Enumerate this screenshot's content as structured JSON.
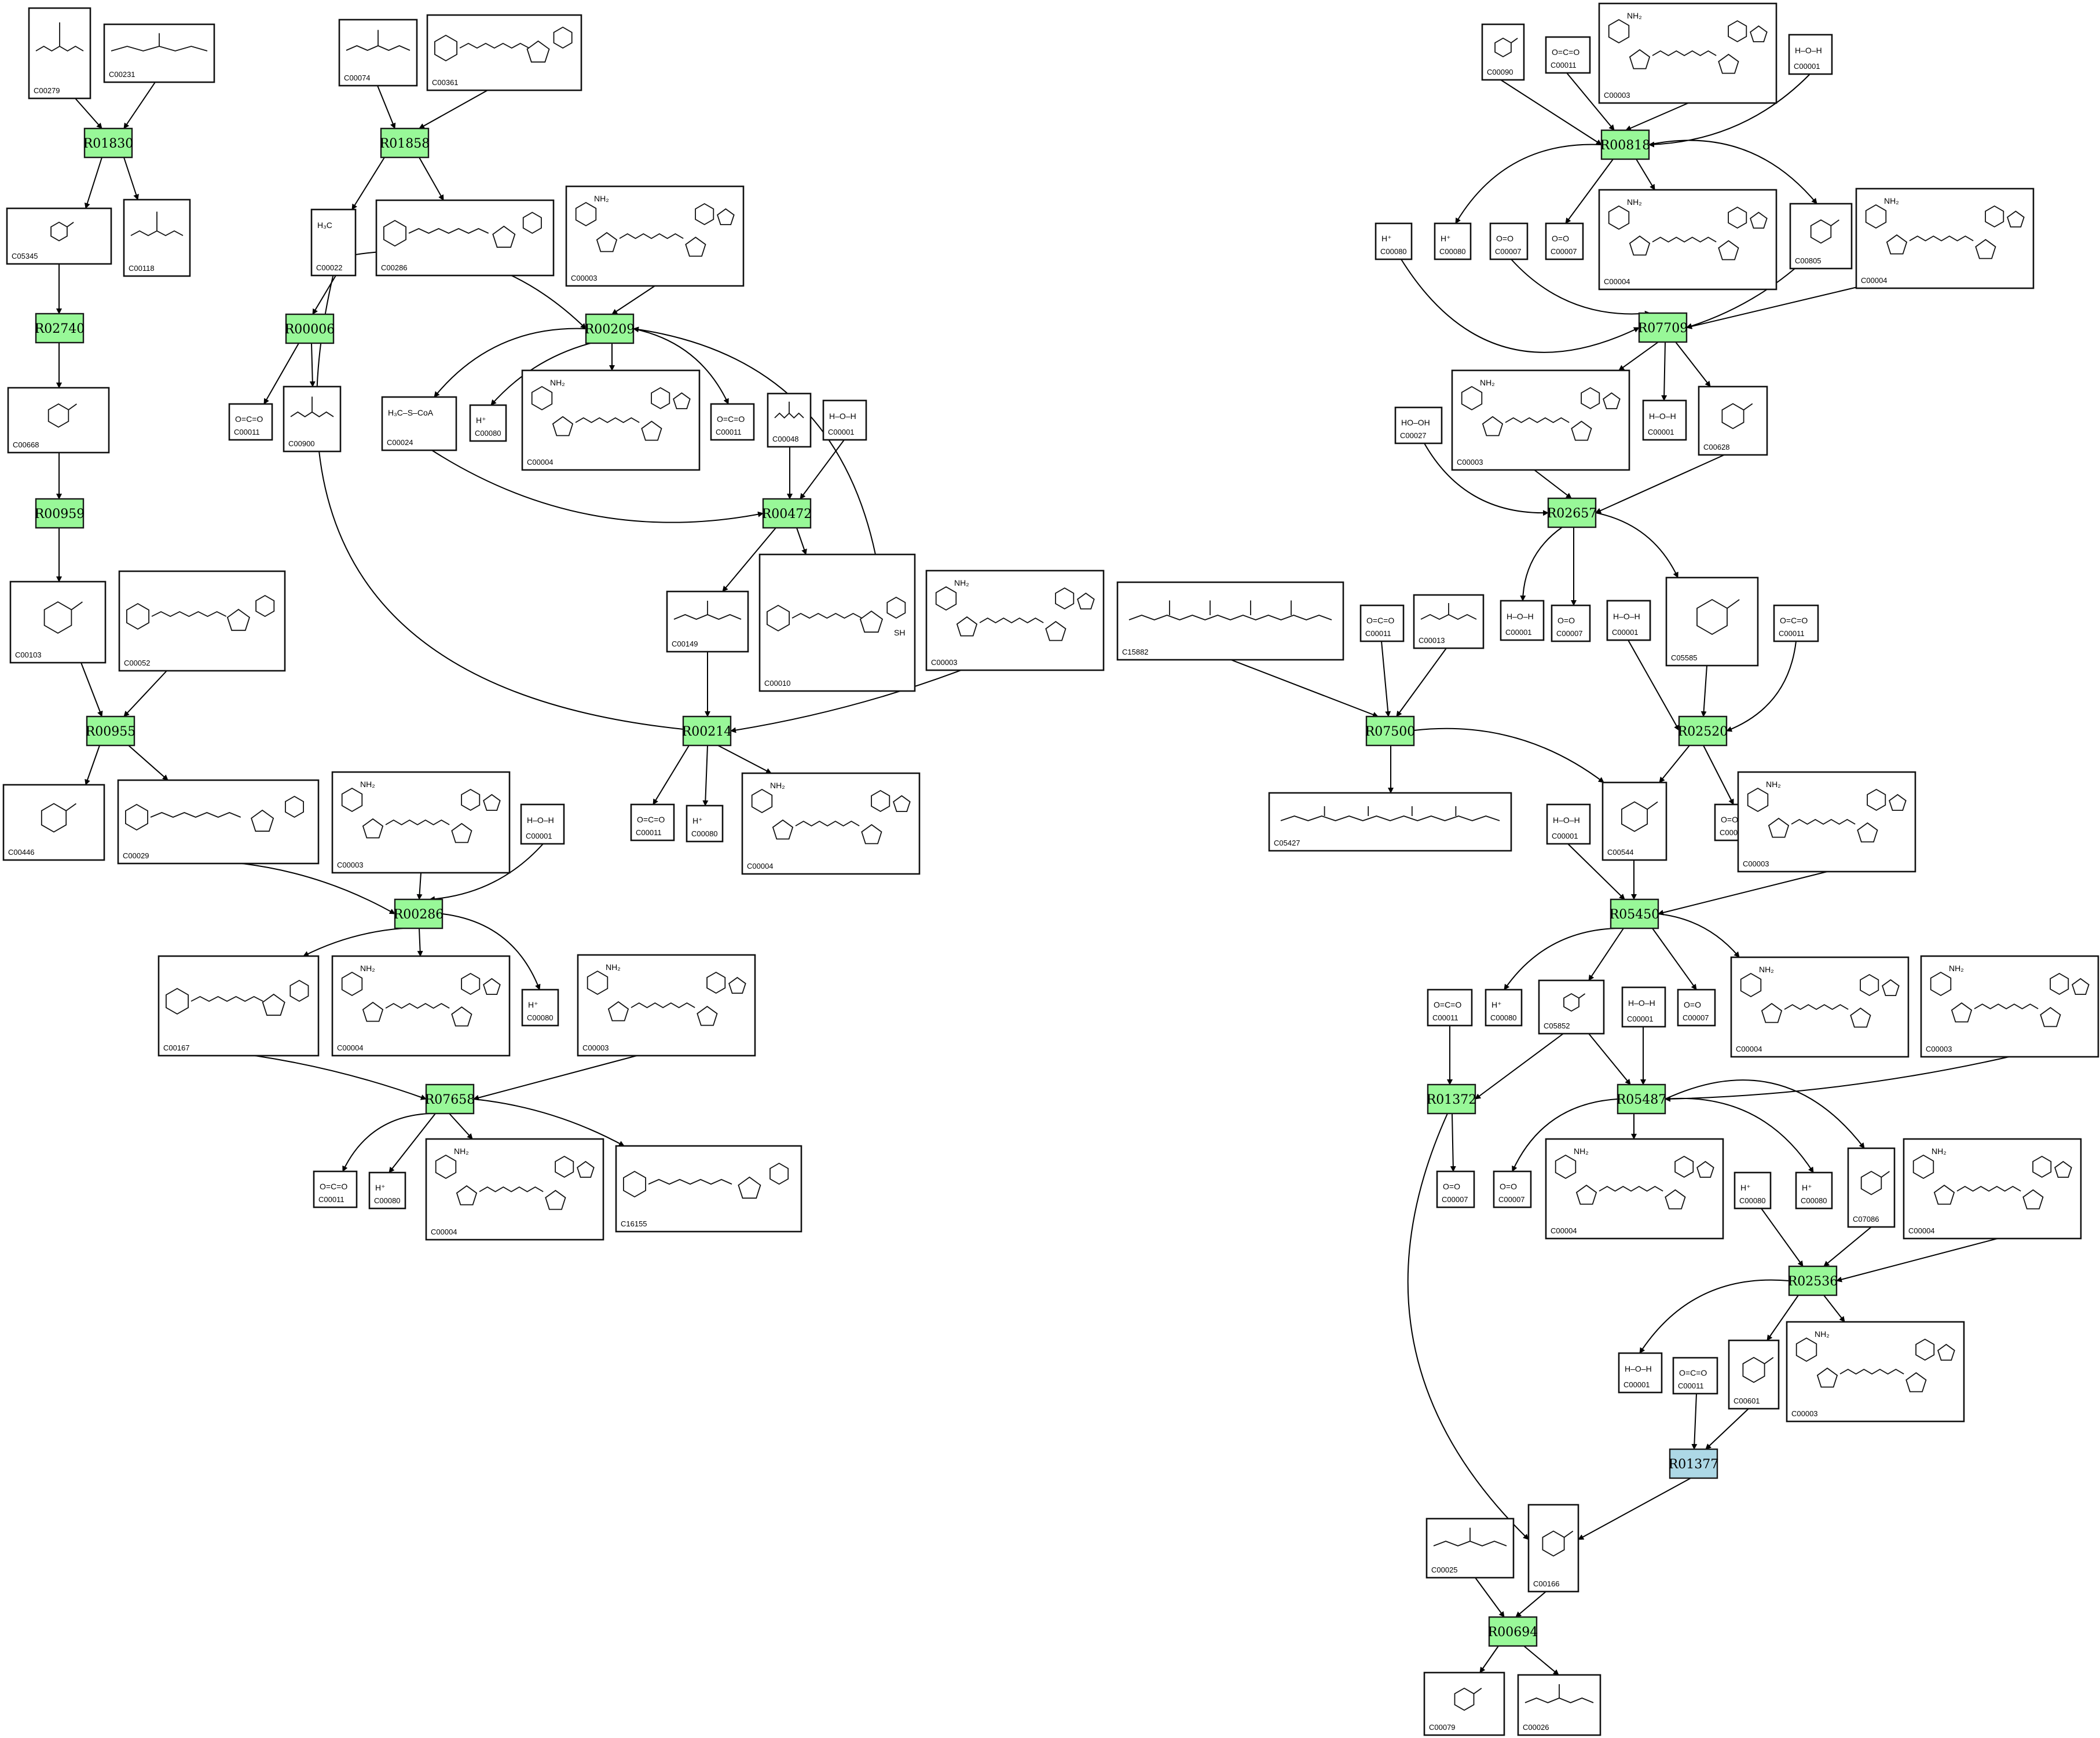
{
  "colors": {
    "reaction": "#98f898",
    "reaction_highlight": "#add8e6",
    "box_stroke": "#111111",
    "edge": "#000000",
    "background": "#ffffff"
  },
  "reactions": [
    {
      "id": "R01830",
      "color": "#98f898"
    },
    {
      "id": "R02740",
      "color": "#98f898"
    },
    {
      "id": "R00959",
      "color": "#98f898"
    },
    {
      "id": "R00955",
      "color": "#98f898"
    },
    {
      "id": "R01858",
      "color": "#98f898"
    },
    {
      "id": "R00006",
      "color": "#98f898"
    },
    {
      "id": "R00209",
      "color": "#98f898"
    },
    {
      "id": "R00472",
      "color": "#98f898"
    },
    {
      "id": "R00214",
      "color": "#98f898"
    },
    {
      "id": "R00286",
      "color": "#98f898"
    },
    {
      "id": "R07658",
      "color": "#98f898"
    },
    {
      "id": "R00818",
      "color": "#98f898"
    },
    {
      "id": "R07709",
      "color": "#98f898"
    },
    {
      "id": "R02657",
      "color": "#98f898"
    },
    {
      "id": "R07500",
      "color": "#98f898"
    },
    {
      "id": "R02520",
      "color": "#98f898"
    },
    {
      "id": "R05450",
      "color": "#98f898"
    },
    {
      "id": "R01372",
      "color": "#98f898"
    },
    {
      "id": "R05487",
      "color": "#98f898"
    },
    {
      "id": "R02536",
      "color": "#98f898"
    },
    {
      "id": "R01377",
      "color": "#add8e6"
    },
    {
      "id": "R00694",
      "color": "#98f898"
    }
  ],
  "compounds": [
    {
      "id": "C00279",
      "glyph": "chain"
    },
    {
      "id": "C00231",
      "glyph": "chain"
    },
    {
      "id": "C05345",
      "glyph": "ring"
    },
    {
      "id": "C00118",
      "glyph": "chain"
    },
    {
      "id": "C00668",
      "glyph": "ring"
    },
    {
      "id": "C00103",
      "glyph": "ring"
    },
    {
      "id": "C00052",
      "glyph": "nucleotide"
    },
    {
      "id": "C00446",
      "glyph": "ring"
    },
    {
      "id": "C00029",
      "glyph": "nucleotide"
    },
    {
      "id": "C00074",
      "glyph": "chain"
    },
    {
      "id": "C00361",
      "glyph": "nucleotide"
    },
    {
      "id": "C00022",
      "glyph": "small",
      "text": "H₃C"
    },
    {
      "id": "C00286",
      "glyph": "nucleotide"
    },
    {
      "id": "C00011",
      "glyph": "small",
      "text": "O=C=O"
    },
    {
      "id": "C00900",
      "glyph": "chain"
    },
    {
      "id": "C00003",
      "glyph": "dinucleotide",
      "text": "NH₂"
    },
    {
      "id": "C00024",
      "glyph": "small",
      "text": "H₃C–S–CoA"
    },
    {
      "id": "C00080",
      "glyph": "small",
      "text": "H⁺"
    },
    {
      "id": "C00004",
      "glyph": "dinucleotide",
      "text": "NH₂"
    },
    {
      "id": "C00048",
      "glyph": "chain"
    },
    {
      "id": "C00001",
      "glyph": "small",
      "text": "H–O–H"
    },
    {
      "id": "C00149",
      "glyph": "chain"
    },
    {
      "id": "C00010",
      "glyph": "nucleotide",
      "text": "SH"
    },
    {
      "id": "C00167",
      "glyph": "nucleotide"
    },
    {
      "id": "C16155",
      "glyph": "nucleotide"
    },
    {
      "id": "C00090",
      "glyph": "ring"
    },
    {
      "id": "C00007",
      "glyph": "small",
      "text": "O=O"
    },
    {
      "id": "C00805",
      "glyph": "ring"
    },
    {
      "id": "C00628",
      "glyph": "ring"
    },
    {
      "id": "C00027",
      "glyph": "small",
      "text": "HO–OH"
    },
    {
      "id": "C15882",
      "glyph": "prenyl"
    },
    {
      "id": "C00013",
      "glyph": "chain"
    },
    {
      "id": "C05585",
      "glyph": "ring"
    },
    {
      "id": "C05427",
      "glyph": "prenyl"
    },
    {
      "id": "C00544",
      "glyph": "ring"
    },
    {
      "id": "C05852",
      "glyph": "ring"
    },
    {
      "id": "C07086",
      "glyph": "ring"
    },
    {
      "id": "C00601",
      "glyph": "ring"
    },
    {
      "id": "C00025",
      "glyph": "chain"
    },
    {
      "id": "C00166",
      "glyph": "ring"
    },
    {
      "id": "C00079",
      "glyph": "ring"
    },
    {
      "id": "C00026",
      "glyph": "chain"
    }
  ]
}
